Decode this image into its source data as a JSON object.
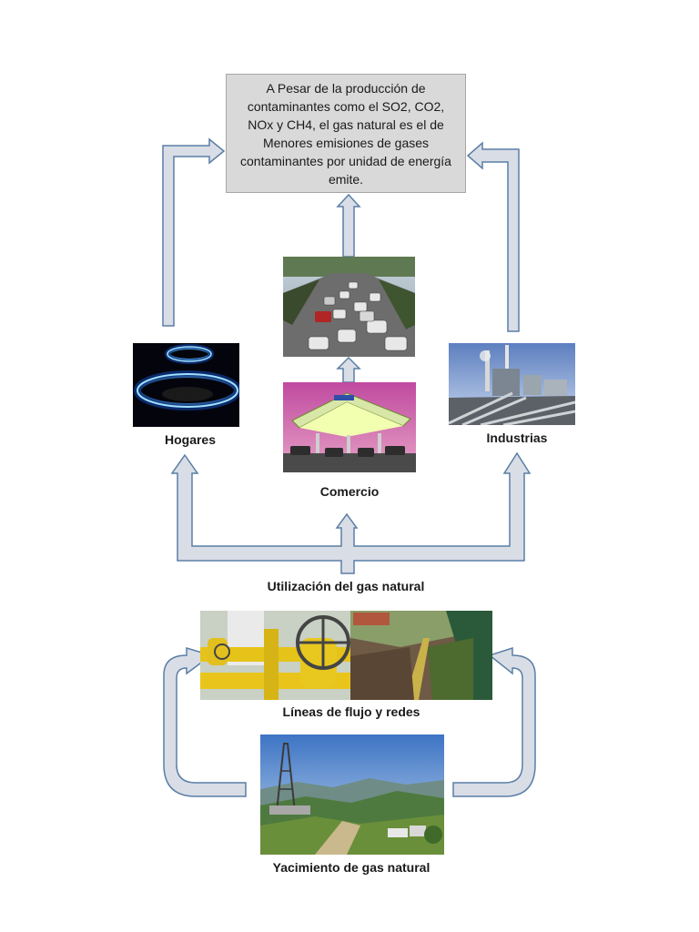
{
  "title_box": {
    "text": "A Pesar de la producción de contaminantes como el SO2, CO2, NOx y CH4, el gas natural es el de Menores emisiones de gases contaminantes por unidad de energía emite."
  },
  "labels": {
    "hogares": "Hogares",
    "industrias": "Industrias",
    "comercio": "Comercio",
    "utilizacion": "Utilización del gas natural",
    "lineas": "Líneas de flujo y redes",
    "yacimiento": "Yacimiento de gas natural"
  },
  "colors": {
    "arrow_fill": "#d9dde6",
    "arrow_stroke": "#5a7fa6",
    "box_fill": "#d9d9d9"
  }
}
